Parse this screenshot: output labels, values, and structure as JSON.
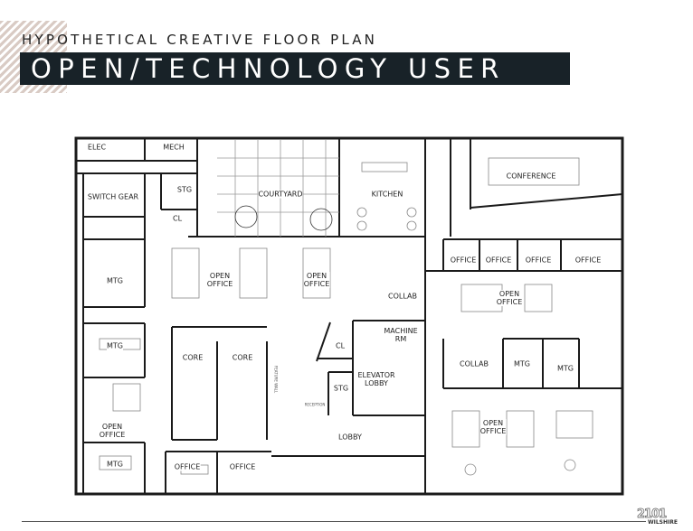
{
  "header": {
    "subtitle": "HYPOTHETICAL CREATIVE FLOOR PLAN",
    "title": "OPEN/TECHNOLOGY USER"
  },
  "colors": {
    "title_bar": "#182228",
    "hatch": "#d9cbc4",
    "walls": "#1a1a1a"
  },
  "rooms": {
    "elec": "ELEC",
    "mech": "MECH",
    "stg1": "STG",
    "switch_gear": "SWITCH GEAR",
    "cl1": "CL",
    "courtyard": "COURTYARD",
    "kitchen": "KITCHEN",
    "conference": "CONFERENCE",
    "office1": "OFFICE",
    "office2": "OFFICE",
    "office3": "OFFICE",
    "office4": "OFFICE",
    "mtg1": "MTG",
    "open_office1": "OPEN\nOFFICE",
    "open_office2": "OPEN\nOFFICE",
    "collab1": "COLLAB",
    "open_office3": "OPEN\nOFFICE",
    "mtg2": "MTG",
    "core1": "CORE",
    "core2": "CORE",
    "cl2": "CL",
    "machine_rm": "MACHINE\nRM",
    "collab2": "COLLAB",
    "mtg3": "MTG",
    "mtg4": "MTG",
    "elevator_lobby": "ELEVATOR\nLOBBY",
    "stg2": "STG",
    "open_office4": "OPEN\nOFFICE",
    "open_office5": "OPEN\nOFFICE",
    "lobby": "LOBBY",
    "mtg5": "MTG",
    "office5": "OFFICE",
    "office6": "OFFICE",
    "feature_wall": "FEATURE WALL",
    "reception": "RECEPTION"
  },
  "logo": {
    "number": "2101",
    "name": "WILSHIRE"
  }
}
